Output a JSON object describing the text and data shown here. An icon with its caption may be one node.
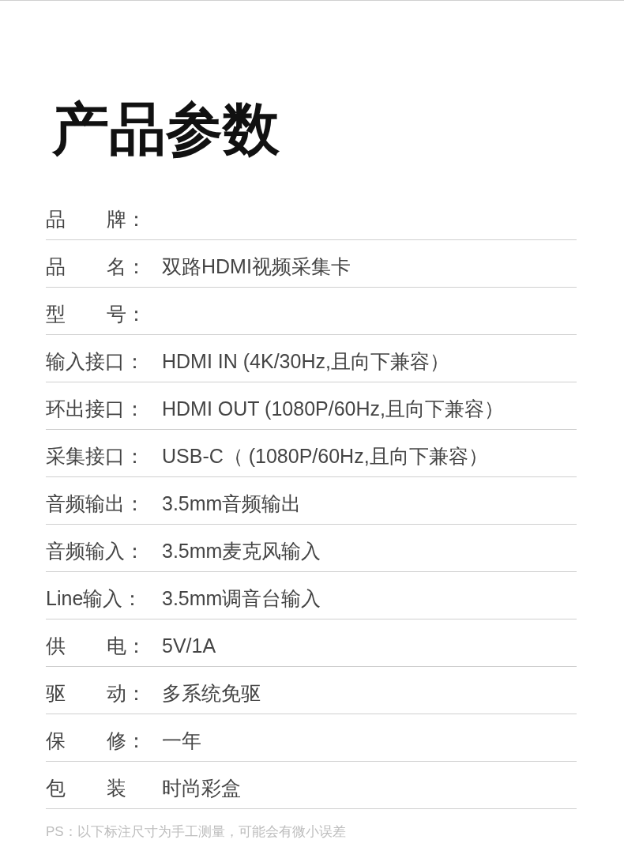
{
  "diagram": {
    "title": "产品参数",
    "labels": [
      "品牌：",
      "品名：",
      "双路HDMI视频采集卡",
      "型号：",
      "输入接口：",
      "HDMI IN (4K/30Hz,且向下兼容）",
      "环出接口：",
      "HDMI OUT (1080P/60Hz,且向下兼容）",
      "采集接口：",
      "USB-C（ (1080P/60Hz,且向下兼容）",
      "音频输出：",
      "3.5mm音频输出",
      "音频输入：",
      "3.5mm麦克风输入",
      "Line输入：",
      "3.5mm调音台输入",
      "供电：",
      "5V/1A",
      "驱动：",
      "多系统免驱",
      "保修：",
      "一年",
      "包装",
      "时尚彩盒",
      "PS：以下标注尺寸为手工测量，可能会有微小误差"
    ]
  }
}
